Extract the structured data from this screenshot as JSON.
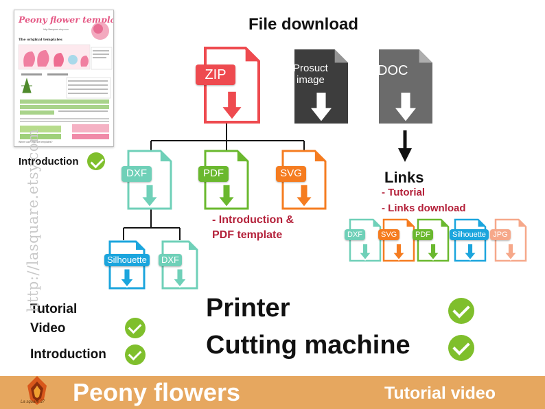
{
  "header": {
    "title": "File download"
  },
  "preview": {
    "title": "Peony flower templates",
    "subtitle": "http://lasquare.etsy.com",
    "section": "The original templates",
    "footer": "Where can I find the templates?"
  },
  "intro": {
    "label": "Introduction"
  },
  "files_top": [
    {
      "label": "ZIP",
      "color": "#ee4a4f"
    },
    {
      "label": "Prosuct image",
      "line1": "Prosuct",
      "line2": "image",
      "color": "#3d3d3d"
    },
    {
      "label": "DOC",
      "color": "#6b6b6b"
    }
  ],
  "files_mid": [
    {
      "label": "DXF",
      "color": "#6fd0b8"
    },
    {
      "label": "PDF",
      "color": "#6ab82e"
    },
    {
      "label": "SVG",
      "color": "#f57c20"
    }
  ],
  "files_low": [
    {
      "label": "Silhouette",
      "color": "#1ba5dd"
    },
    {
      "label": "DXF",
      "color": "#6fd0b8"
    }
  ],
  "pdf_note": {
    "line1": "- Introduction &",
    "line2": "PDF template"
  },
  "links": {
    "title": "Links",
    "item1": "- Tutorial",
    "item2": "- Links download",
    "files": [
      {
        "label": "DXF",
        "color": "#6fd0b8"
      },
      {
        "label": "SVG",
        "color": "#f57c20"
      },
      {
        "label": "PDF",
        "color": "#6ab82e"
      },
      {
        "label": "Silhouette",
        "color": "#1ba5dd"
      },
      {
        "label": "JPG",
        "color": "#f6a88a"
      }
    ]
  },
  "left_list": {
    "line1": "Tutorial",
    "line2": "Video",
    "line3": "Introduction"
  },
  "big_text": {
    "printer": "Printer",
    "cutting": "Cutting machine"
  },
  "watermark": "http://lasquare.etsy.com",
  "footer": {
    "title": "Peony flowers",
    "right": "Tutorial video",
    "logo_text": "La square 37"
  },
  "colors": {
    "check": "#7fbf2c",
    "footer_bg": "#e6a75f",
    "accent_red": "#b4213a"
  }
}
